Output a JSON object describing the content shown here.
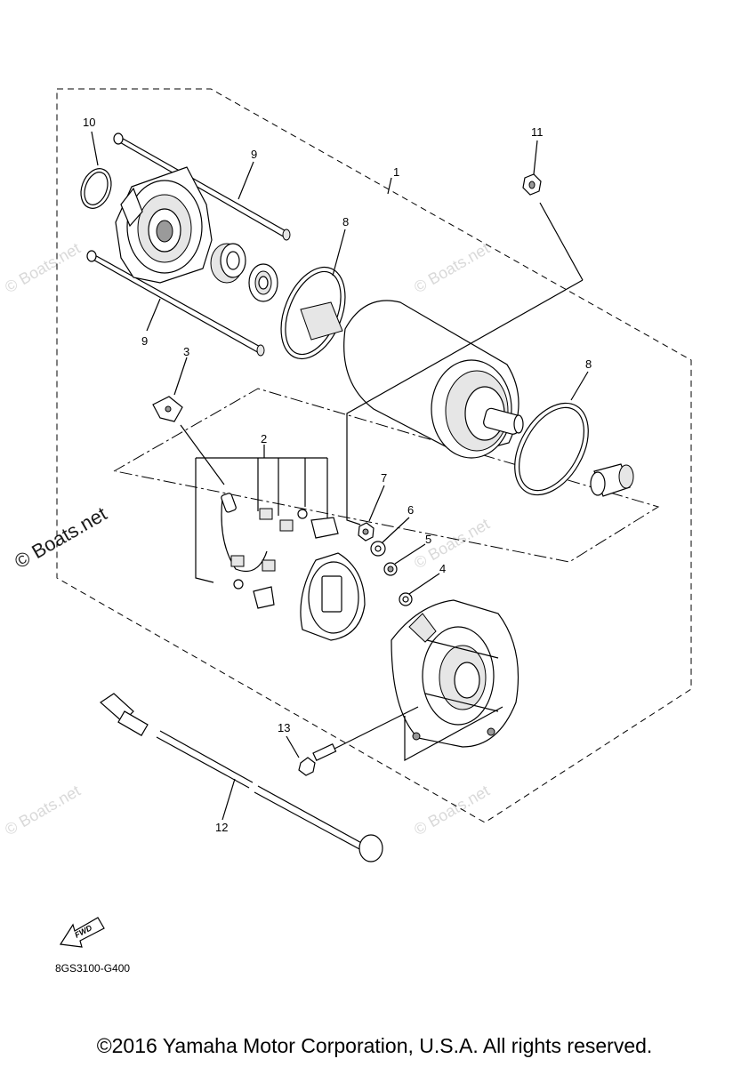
{
  "callouts": {
    "c1": "1",
    "c2": "2",
    "c3": "3",
    "c4": "4",
    "c5": "5",
    "c6": "6",
    "c7": "7",
    "c8a": "8",
    "c8b": "8",
    "c9a": "9",
    "c9b": "9",
    "c10": "10",
    "c11": "11",
    "c12": "12",
    "c13": "13"
  },
  "watermarks": {
    "small": "© Boats.net",
    "large": "© Boats.net"
  },
  "fwd_label": "FWD",
  "part_code": "8GS3100-G400",
  "copyright": "©2016 Yamaha Motor Corporation, U.S.A. All rights reserved."
}
